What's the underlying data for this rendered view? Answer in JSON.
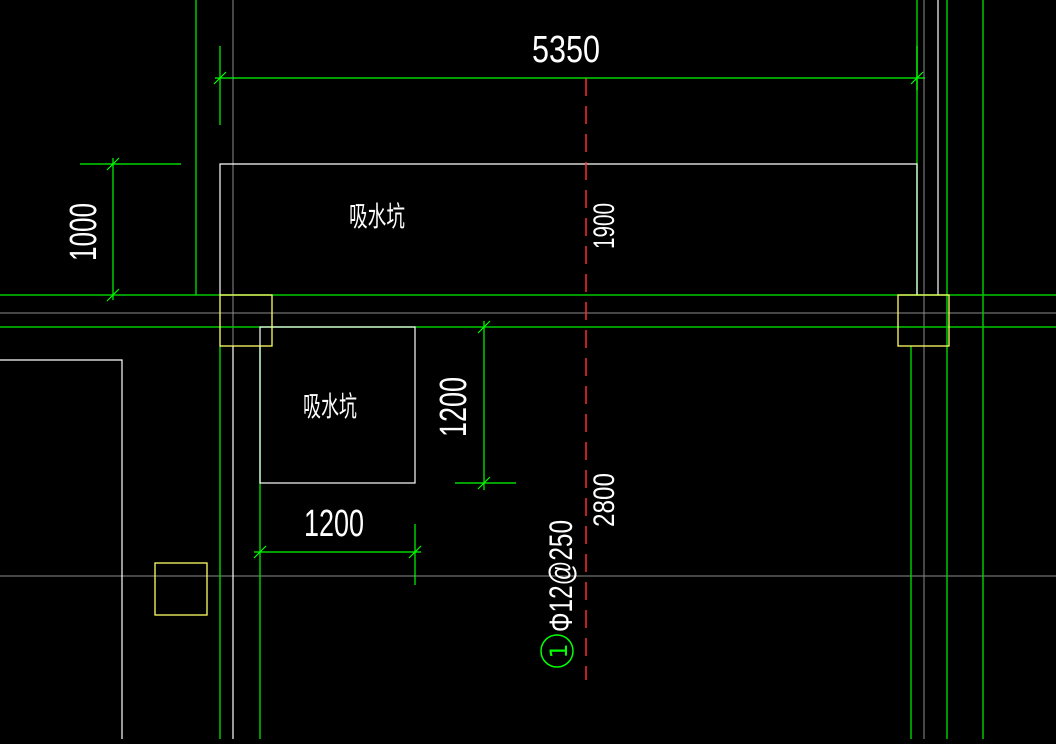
{
  "drawing": {
    "background_color": "#000000",
    "colors": {
      "axis": "#a0a0a0",
      "wall": "#00c800",
      "outline": "#ffffff",
      "column": "#ffff66",
      "dimension": "#00ff00",
      "centerline": "#ff2a2a",
      "rebar_tag": "#00ff00"
    },
    "dimensions": {
      "top_length": "5350",
      "left_height": "1000",
      "center_upper": "1900",
      "center_lower": "2800",
      "small_pit_height": "1200",
      "small_pit_width": "1200"
    },
    "labels": {
      "pit_upper": "吸水坑",
      "pit_lower": "吸水坑"
    },
    "rebar": {
      "spec": "Φ12@250",
      "tag": "1"
    }
  }
}
